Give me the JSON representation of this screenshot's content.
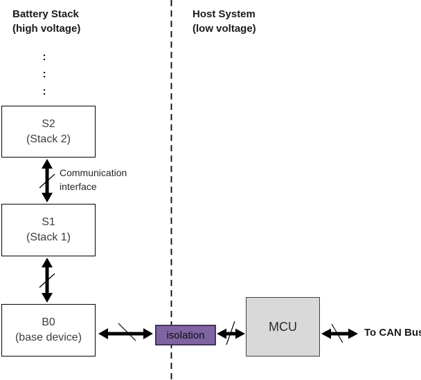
{
  "diagram": {
    "left_region": {
      "title": "Battery Stack",
      "subtitle": "(high voltage)"
    },
    "right_region": {
      "title": "Host System",
      "subtitle": "(low voltage)"
    },
    "continuation_dots": [
      ":",
      ":",
      ":"
    ],
    "boxes": {
      "s2": {
        "line1": "S2",
        "line2": "(Stack 2)"
      },
      "s1": {
        "line1": "S1",
        "line2": "(Stack 1)"
      },
      "b0": {
        "line1": "B0",
        "line2": "(base device)"
      },
      "isolation": {
        "label": "isolation"
      },
      "mcu": {
        "label": "MCU"
      }
    },
    "labels": {
      "comm_interface_line1": "Communication",
      "comm_interface_line2": "interface",
      "can_bus": "To CAN Bus"
    },
    "colors": {
      "isolation_fill": "#8064A2",
      "isolation_border": "#43355B",
      "mcu_fill": "#D9D9D9",
      "mcu_border": "#3F3F3F",
      "line_color": "#000000",
      "background": "#FFFFFF"
    }
  }
}
